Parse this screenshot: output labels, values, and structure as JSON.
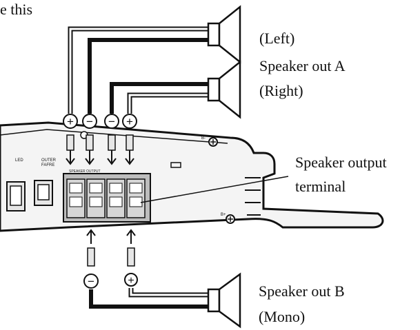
{
  "header_fragment": "e this",
  "labels": {
    "left": "(Left)",
    "speaker_out_a": "Speaker out A",
    "right": "(Right)",
    "speaker_output_terminal_line1": "Speaker output",
    "speaker_output_terminal_line2": "terminal",
    "speaker_out_b": "Speaker out B",
    "mono": "(Mono)"
  },
  "polarity": {
    "plus": "+",
    "minus": "−"
  },
  "colors": {
    "line": "#111111",
    "white_wire_fill": "#ffffff",
    "amp_panel": "#f2f2f2",
    "terminal_block": "#bdbdbd"
  }
}
